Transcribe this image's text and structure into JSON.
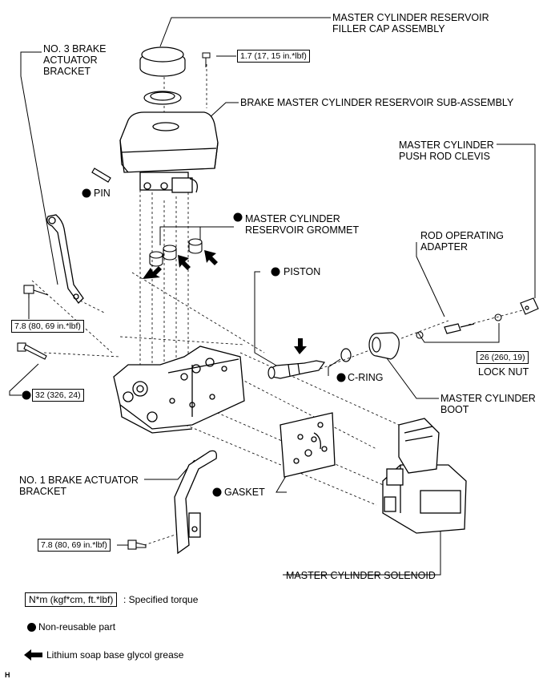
{
  "labels": {
    "filler_cap_l1": "MASTER CYLINDER RESERVOIR",
    "filler_cap_l2": "FILLER CAP ASSEMBLY",
    "reservoir_sub": "BRAKE MASTER CYLINDER RESERVOIR SUB-ASSEMBLY",
    "no3_bracket_l1": "NO. 3 BRAKE",
    "no3_bracket_l2": "ACTUATOR",
    "no3_bracket_l3": "BRACKET",
    "pin": "PIN",
    "grommet_l1": "MASTER CYLINDER",
    "grommet_l2": "RESERVOIR GROMMET",
    "push_rod_l1": "MASTER CYLINDER",
    "push_rod_l2": "PUSH ROD CLEVIS",
    "rod_adapter_l1": "ROD OPERATING",
    "rod_adapter_l2": "ADAPTER",
    "piston": "PISTON",
    "lock_nut": "LOCK NUT",
    "c_ring": "C-RING",
    "boot_l1": "MASTER CYLINDER",
    "boot_l2": "BOOT",
    "no1_bracket_l1": "NO. 1 BRAKE ACTUATOR",
    "no1_bracket_l2": "BRACKET",
    "gasket": "GASKET",
    "solenoid": "MASTER CYLINDER SOLENOID",
    "corner_mark": "H"
  },
  "torques": {
    "cap_bolt": "1.7 (17, 15 in.*lbf)",
    "no3_bolt": "7.8 (80, 69 in.*lbf)",
    "main_bolt": "32 (326, 24)",
    "lock_nut": "26 (260, 19)",
    "no1_bolt": "7.8 (80, 69 in.*lbf)"
  },
  "legend": {
    "torque_unit": "N*m (kgf*cm, ft.*lbf)",
    "torque_desc": ": Specified torque",
    "non_reusable": "Non-reusable part",
    "grease": "Lithium soap base glycol grease"
  }
}
